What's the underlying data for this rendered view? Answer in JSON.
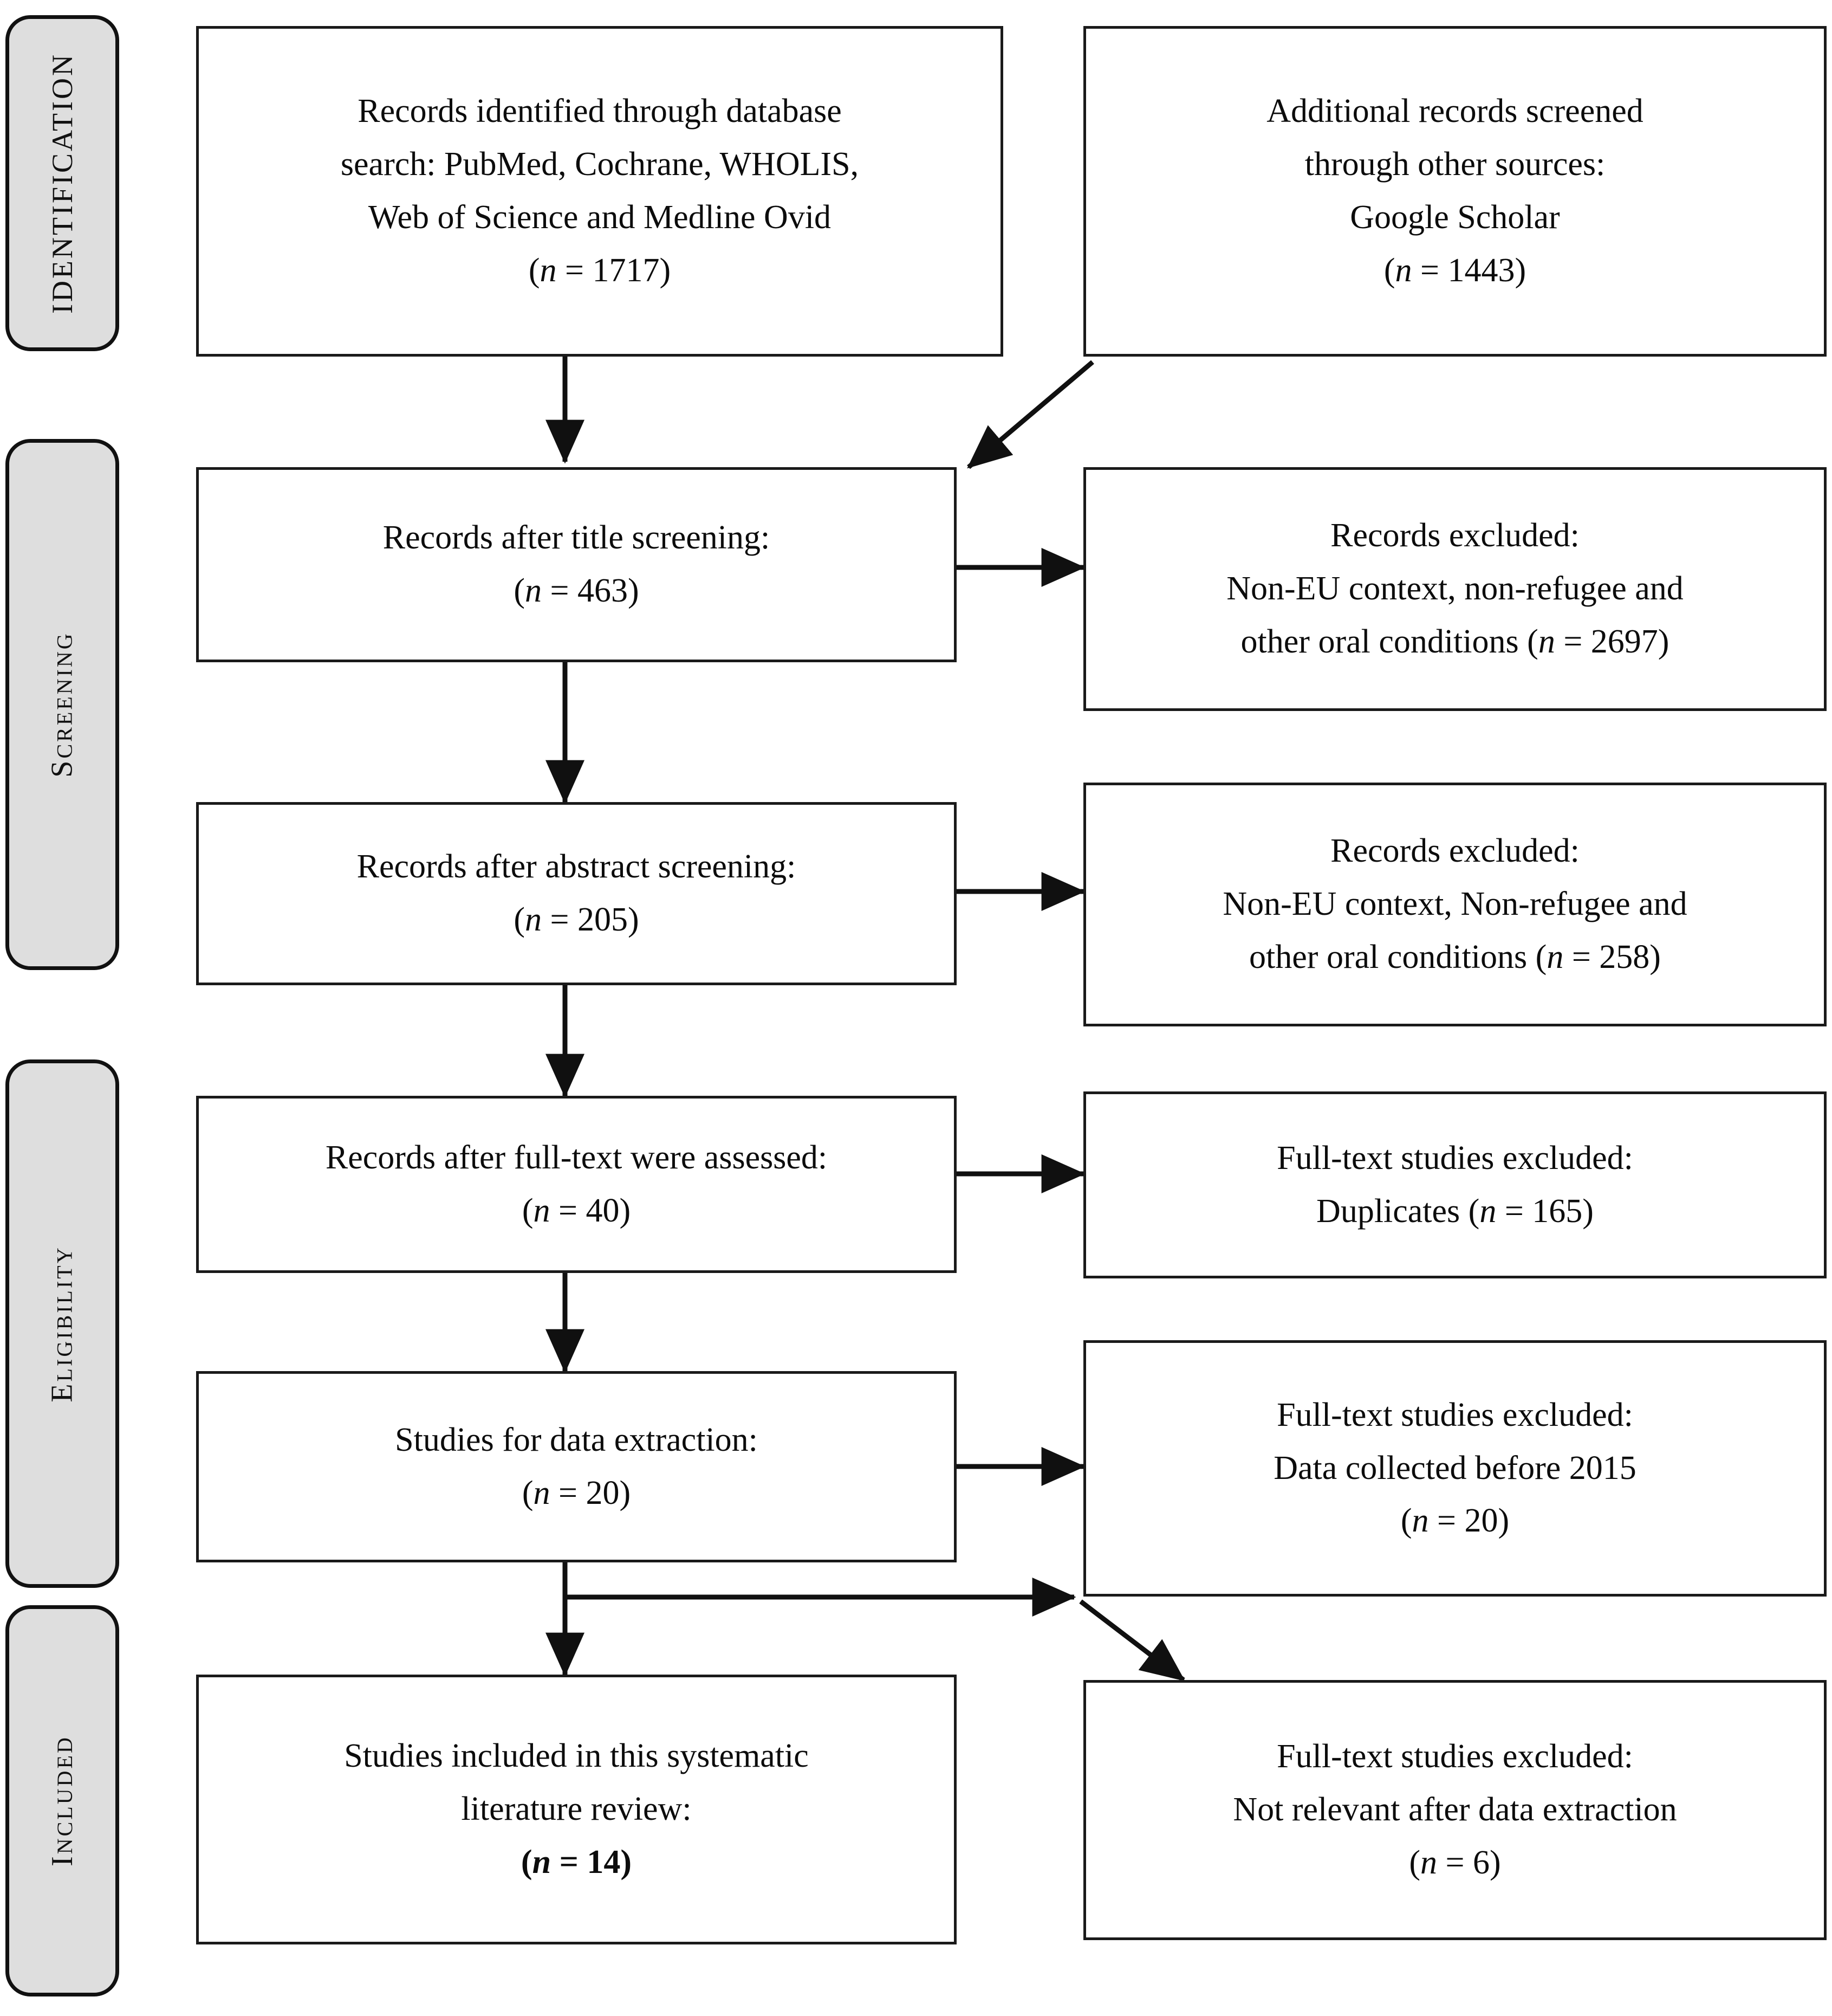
{
  "diagram": {
    "type": "prisma-flow-diagram",
    "stages": [
      {
        "id": "identification",
        "label": "IDENTIFICATION",
        "style": "all-caps"
      },
      {
        "id": "screening",
        "label": "SCREENING",
        "lead": "S",
        "rest": "CREENING",
        "style": "small-caps"
      },
      {
        "id": "eligibility",
        "label": "ELIGIBILITY",
        "lead": "E",
        "rest": "LIGIBILITY",
        "style": "small-caps"
      },
      {
        "id": "included",
        "label": "INCLUDED",
        "lead": "I",
        "rest": "NCLUDED",
        "style": "small-caps"
      }
    ],
    "boxes": {
      "db_search": {
        "lines": [
          "Records identified through database",
          "search: PubMed, Cochrane, WHOLIS,",
          "Web of Science and Medline Ovid"
        ],
        "count_prefix": "(",
        "count_n": "n",
        "count_eq": " = ",
        "count_value": "1717",
        "count_suffix": ")"
      },
      "other_sources": {
        "lines": [
          "Additional records screened",
          "through other sources:",
          "Google Scholar"
        ],
        "count_prefix": "(",
        "count_n": "n",
        "count_eq": " = ",
        "count_value": "1443",
        "count_suffix": ")"
      },
      "title_screening": {
        "lines": [
          "Records after title screening:"
        ],
        "count_prefix": "(",
        "count_n": "n",
        "count_eq": " = ",
        "count_value": "463",
        "count_suffix": ")"
      },
      "excluded_title": {
        "lines": [
          "Records excluded:",
          "Non-EU context, non-refugee and"
        ],
        "tail_prefix": "other oral conditions (",
        "tail_n": "n",
        "tail_eq": " = ",
        "tail_value": "2697",
        "tail_suffix": ")"
      },
      "abstract_screening": {
        "lines": [
          "Records after abstract screening:"
        ],
        "count_prefix": "(",
        "count_n": "n",
        "count_eq": " = ",
        "count_value": "205",
        "count_suffix": ")"
      },
      "excluded_abstract": {
        "lines": [
          "Records excluded:",
          "Non-EU context, Non-refugee and"
        ],
        "tail_prefix": "other oral conditions (",
        "tail_n": "n",
        "tail_eq": " = ",
        "tail_value": "258",
        "tail_suffix": ")"
      },
      "fulltext_assessed": {
        "lines": [
          "Records after full-text were assessed:"
        ],
        "count_prefix": "(",
        "count_n": "n",
        "count_eq": " = ",
        "count_value": "40",
        "count_suffix": ")"
      },
      "excluded_duplicates": {
        "lines": [
          "Full-text studies excluded:"
        ],
        "tail_prefix": "Duplicates (",
        "tail_n": "n",
        "tail_eq": " = ",
        "tail_value": "165",
        "tail_suffix": ")"
      },
      "data_extraction": {
        "lines": [
          "Studies for data extraction:"
        ],
        "count_prefix": "(",
        "count_n": "n",
        "count_eq": " = ",
        "count_value": "20",
        "count_suffix": ")"
      },
      "excluded_before_2015": {
        "lines": [
          "Full-text studies excluded:",
          "Data collected before 2015"
        ],
        "count_prefix": "(",
        "count_n": "n",
        "count_eq": " = ",
        "count_value": "20",
        "count_suffix": ")"
      },
      "included_studies": {
        "lines": [
          "Studies included in this systematic",
          "literature review:"
        ],
        "count_prefix": "(",
        "count_n": "n",
        "count_eq": " = ",
        "count_value": "14",
        "count_suffix": ")",
        "count_bold": true
      },
      "excluded_not_relevant": {
        "lines": [
          "Full-text studies excluded:",
          "Not relevant after data extraction"
        ],
        "count_prefix": "(",
        "count_n": "n",
        "count_eq": " = ",
        "count_value": "6",
        "count_suffix": ")"
      }
    },
    "colors": {
      "pill_fill": "#dedede",
      "pill_border": "#111111",
      "box_border": "#1a1a1a",
      "box_fill": "#ffffff",
      "connector": "#101010",
      "text": "#0c0c0c"
    }
  }
}
